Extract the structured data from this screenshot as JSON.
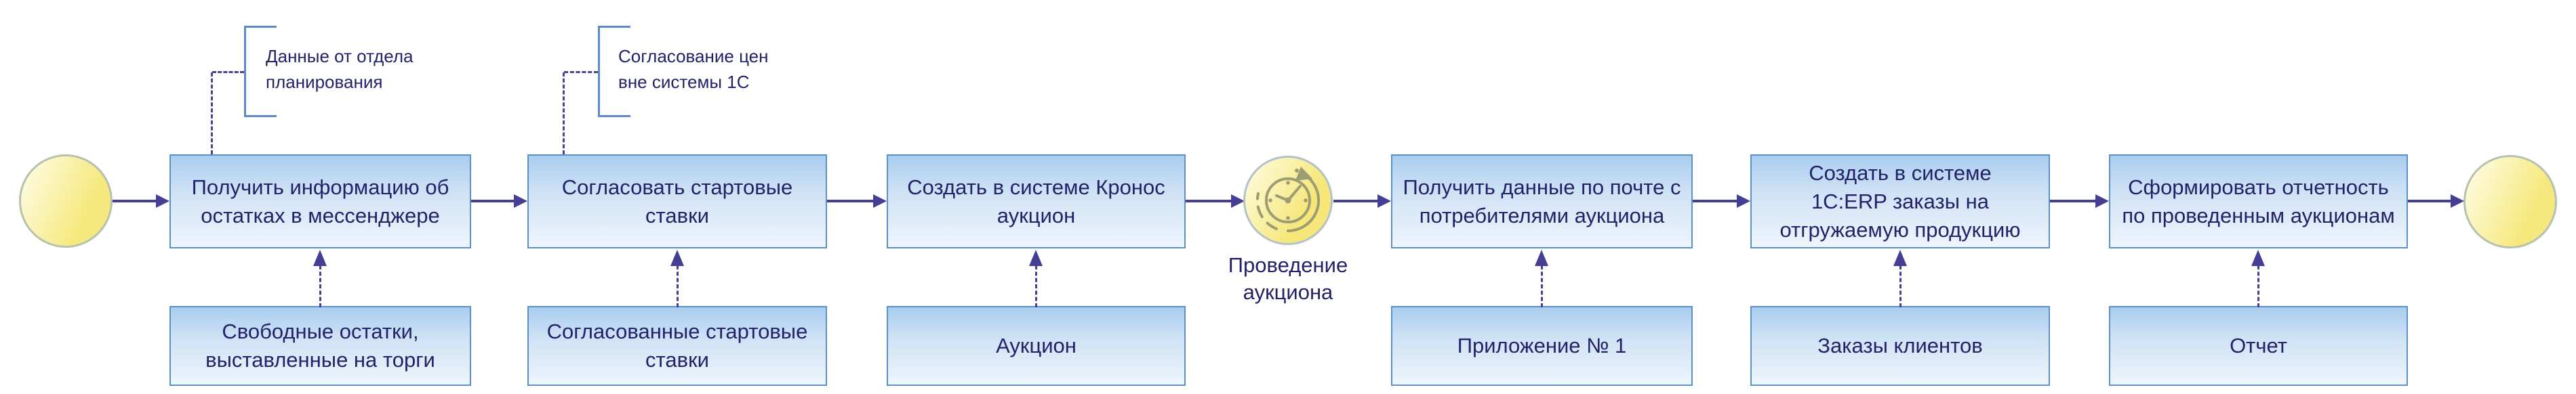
{
  "diagram": {
    "type": "business-process-flow",
    "colors": {
      "arrow_indigo": "#453e95",
      "box_border_blue": "#5d90c8",
      "box_fill_top": "#a9cdef",
      "box_fill_bottom": "#eef5fc",
      "event_fill_yellow": "#f6e87c",
      "event_border": "#b5c2ae",
      "bracket_blue": "#5a8ac7",
      "text_navy": "#232268",
      "clock_stroke_olive": "#9d9c72"
    },
    "icons": {
      "timer": "clock-with-refresh-arrow-icon",
      "start": "start-event-circle",
      "end": "end-event-circle"
    },
    "tasks": [
      {
        "label": "Получить информацию об\nостатках в мессенджере"
      },
      {
        "label": "Согласовать стартовые\nставки"
      },
      {
        "label": "Создать в системе Кронос\nаукцион"
      },
      {
        "label": "Получить данные по почте с\nпотребителями аукциона"
      },
      {
        "label": "Создать в системе\n1С:ERP заказы на\nотгружаемую продукцию"
      },
      {
        "label": "Сформировать отчетность\nпо проведенным аукционам"
      }
    ],
    "artifacts": [
      {
        "label": "Свободные остатки,\nвыставленные на торги"
      },
      {
        "label": "Согласованные стартовые\nставки"
      },
      {
        "label": "Аукцион"
      },
      {
        "label": "Приложение № 1"
      },
      {
        "label": "Заказы клиентов"
      },
      {
        "label": "Отчет"
      }
    ],
    "annotations": [
      {
        "text": "Данные от отдела\nпланирования"
      },
      {
        "text": "Согласование цен\nвне системы 1С"
      }
    ],
    "timer_event": {
      "label": "Проведение\nаукциона"
    }
  }
}
